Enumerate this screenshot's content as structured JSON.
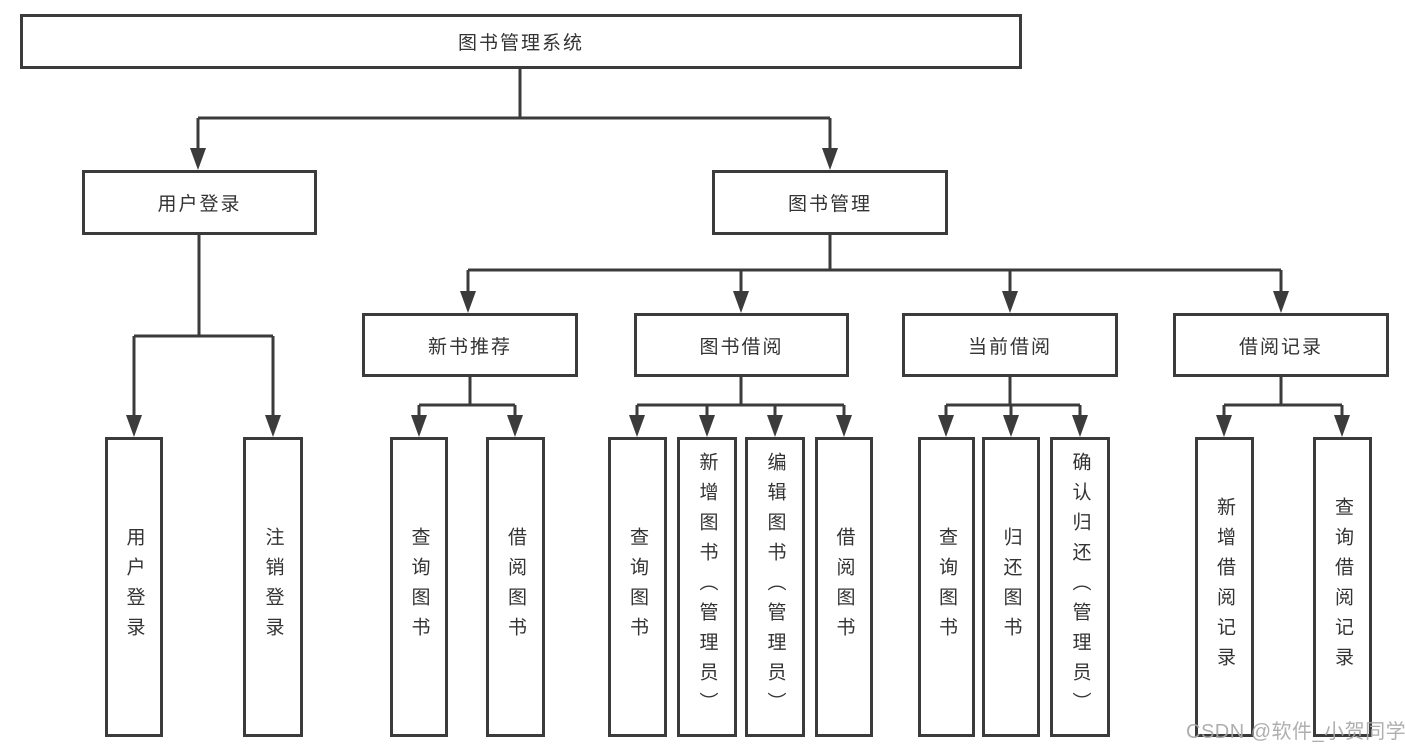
{
  "diagram": {
    "title": "图书管理系统",
    "nodes": {
      "root": "图书管理系统",
      "user_login": "用户登录",
      "book_mgmt": "图书管理",
      "new_book_rec": "新书推荐",
      "book_borrow": "图书借阅",
      "current_borrow": "当前借阅",
      "borrow_record": "借阅记录",
      "leaf_user_login": "用户登录",
      "leaf_logout": "注销登录",
      "leaf_nb_query": "查询图书",
      "leaf_nb_borrow": "借阅图书",
      "leaf_bb_query": "查询图书",
      "leaf_bb_add": "新增图书（管理员）",
      "leaf_bb_edit": "编辑图书（管理员）",
      "leaf_bb_borrow": "借阅图书",
      "leaf_cb_query": "查询图书",
      "leaf_cb_return": "归还图书",
      "leaf_cb_confirm": "确认归还（管理员）",
      "leaf_br_add": "新增借阅记录",
      "leaf_br_query": "查询借阅记录"
    },
    "colors": {
      "line": "#3b3b3b",
      "text": "#333333",
      "background": "#ffffff",
      "watermark": "#a8a8a8"
    }
  },
  "watermark": {
    "text": "CSDN @软件_小贺同学"
  }
}
